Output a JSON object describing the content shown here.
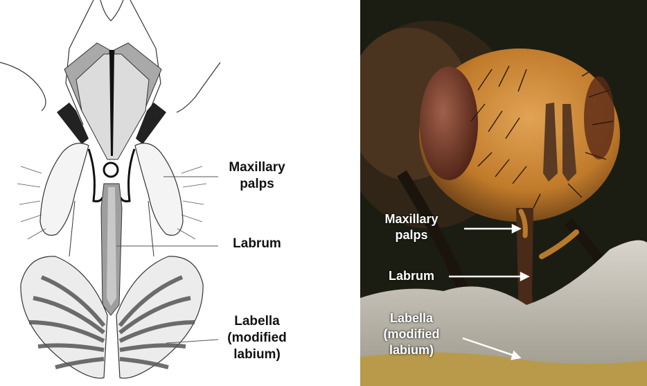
{
  "diagram": {
    "labels": {
      "maxillary_palps": [
        "Maxillary",
        "palps"
      ],
      "labrum": [
        "Labrum"
      ],
      "labella": [
        "Labella",
        "(modified",
        "labium)"
      ]
    }
  },
  "photo": {
    "labels": {
      "maxillary_palps": [
        "Maxillary",
        "palps"
      ],
      "labrum": [
        "Labrum"
      ],
      "labella": [
        "Labella",
        "(modified",
        "labium)"
      ]
    }
  },
  "colors": {
    "arrow": "#ffffff",
    "eye": "#7a3a22",
    "face": "#d08a3a",
    "background": "#1b1d12",
    "crystal": "#c8c4b8",
    "surface": "#b89a4a"
  }
}
